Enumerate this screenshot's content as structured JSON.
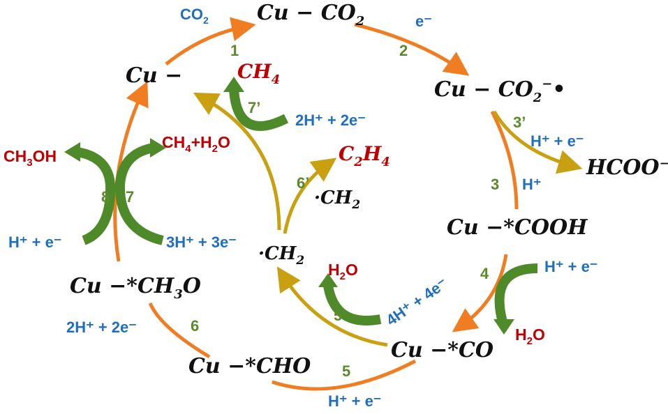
{
  "colors": {
    "main_cycle": "#f07d22",
    "inner_cycle": "#c8a010",
    "side_arrows": "#4f8a2a",
    "product": "#c00000",
    "reagent": "#1f6fc1",
    "step": "#5a8a2a",
    "species": "#111111"
  },
  "species": {
    "cu": "Cu −",
    "cu_co2": "Cu − CO",
    "cu_co2_rad": "Cu − CO",
    "cu_cooh": "Cu −*COOH",
    "cu_co": "Cu −*CO",
    "cu_cho": "Cu −*CHO",
    "cu_ch3o": "Cu −*CH",
    "ch2_a": "·CH",
    "ch2_b": "·CH"
  },
  "products": {
    "ch4_top": "CH",
    "c2h4": "C",
    "hcoo": "HCOO⁻",
    "ch3oh": "CH",
    "ch4_h2o": "CH",
    "h2o_5p": "H",
    "h2o_4": "H"
  },
  "reagents": {
    "co2": "CO",
    "e": "e⁻",
    "h_e_3p": "H⁺ + e⁻",
    "h_3": "H⁺",
    "h_e_4": "H⁺ + e⁻",
    "h4_e4": "4H⁺ + 4e⁻",
    "h_e_5": "H⁺ + e⁻",
    "h2_e2_6": "2H⁺ + 2e⁻",
    "h_e_8": "H⁺ + e⁻",
    "h3_e3_7": "3H⁺ + 3e⁻",
    "h2_e2_7p": "2H⁺ + 2e⁻"
  },
  "steps": {
    "s1": "1",
    "s2": "2",
    "s3": "3",
    "s3p": "3’",
    "s4": "4",
    "s5": "5",
    "s5p": "5’",
    "s6": "6",
    "s6p": "6’",
    "s7": "7",
    "s7p": "7’",
    "s8": "8"
  }
}
